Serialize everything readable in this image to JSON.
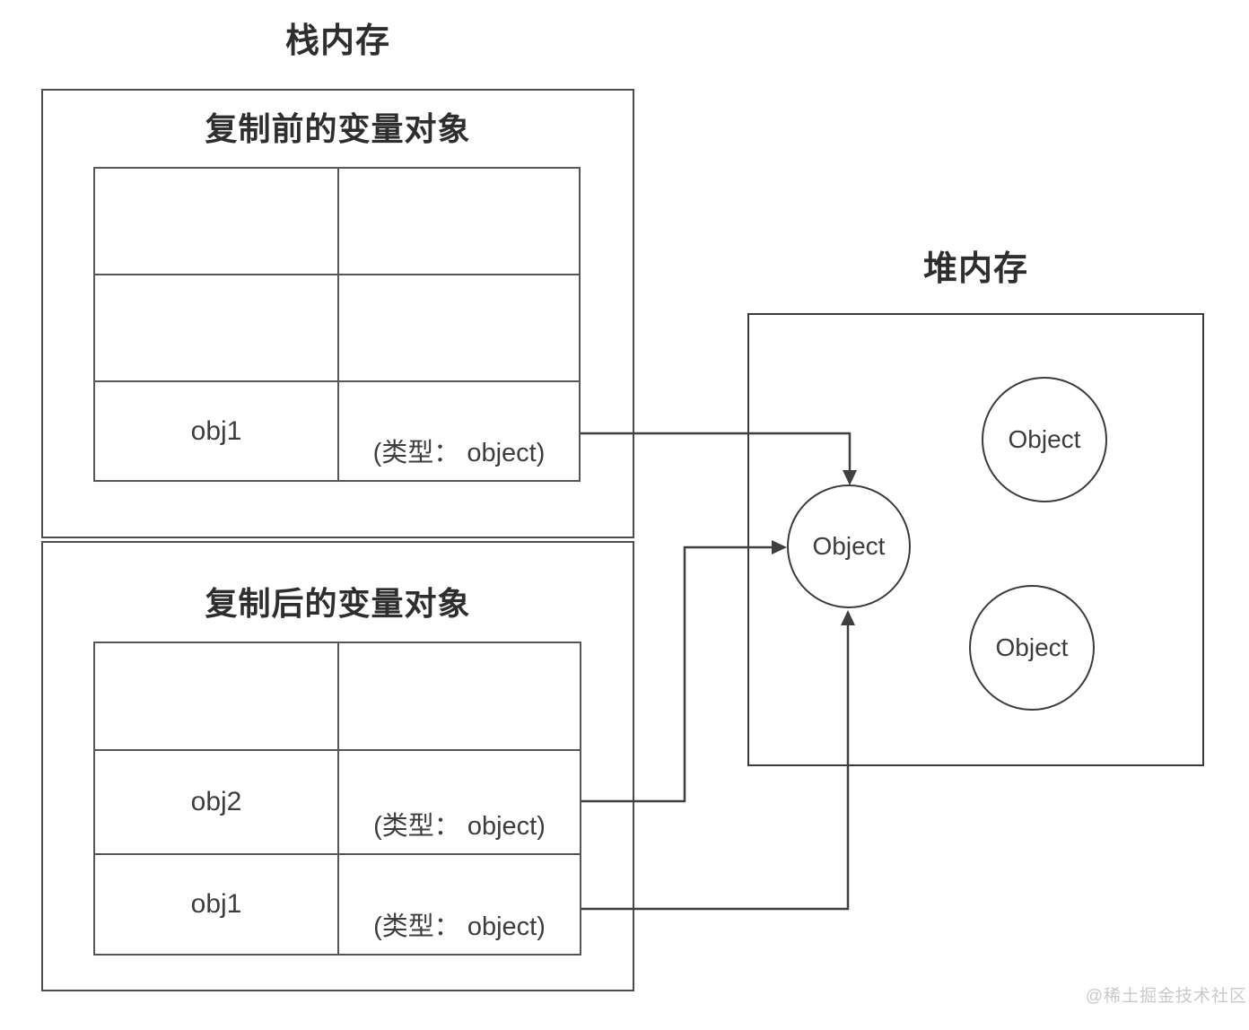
{
  "stack": {
    "title": "栈内存",
    "before": {
      "title": "复制前的变量对象",
      "rows": [
        {
          "name": "",
          "type": ""
        },
        {
          "name": "",
          "type": ""
        },
        {
          "name": "obj1",
          "type": "(类型： object)"
        }
      ]
    },
    "after": {
      "title": "复制后的变量对象",
      "rows": [
        {
          "name": "",
          "type": ""
        },
        {
          "name": "obj2",
          "type": "(类型： object)"
        },
        {
          "name": "obj1",
          "type": "(类型： object)"
        }
      ]
    }
  },
  "heap": {
    "title": "堆内存",
    "objects": [
      {
        "label": "Object",
        "position": "center-left"
      },
      {
        "label": "Object",
        "position": "top-right"
      },
      {
        "label": "Object",
        "position": "bottom-right"
      }
    ]
  },
  "arrows": [
    {
      "from": "before.obj1",
      "to": "heap-object-main-top"
    },
    {
      "from": "after.obj2",
      "to": "heap-object-main-left"
    },
    {
      "from": "after.obj1",
      "to": "heap-object-main-bottom"
    }
  ],
  "watermark": "@稀土掘金技术社区",
  "colors": {
    "line": "#3f3f3f",
    "box_border": "#4d4d4d",
    "table_border": "#565656",
    "text": "#3d3d3d",
    "watermark": "#c9c9c9"
  }
}
